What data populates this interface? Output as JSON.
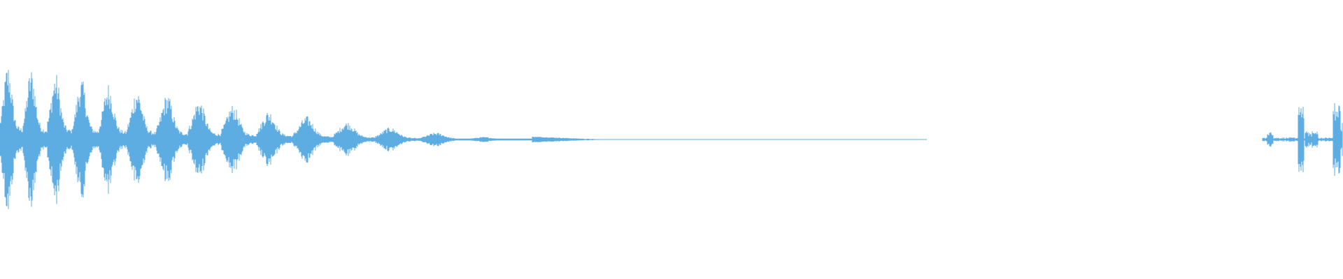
{
  "waveform": {
    "color": "#5dade2",
    "description_visible_text": "",
    "segments": [
      {
        "start_fraction": 0.0,
        "end_fraction": 0.55,
        "shape": "decaying bursts"
      },
      {
        "start_fraction": 0.55,
        "end_fraction": 0.69,
        "shape": "near-silence"
      },
      {
        "start_fraction": 0.94,
        "end_fraction": 1.0,
        "shape": "new bursts"
      }
    ]
  }
}
